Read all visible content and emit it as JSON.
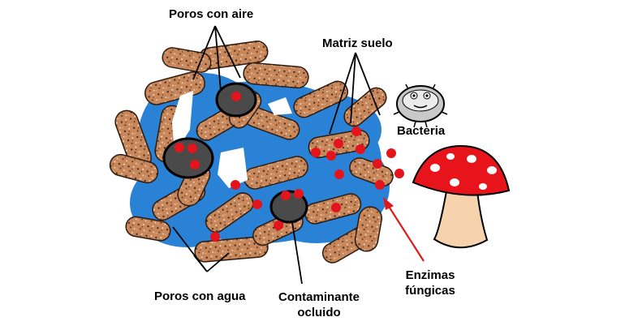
{
  "labels": {
    "poros_aire": "Poros con aire",
    "matriz_suelo": "Matriz suelo",
    "bacteria": "Bacteria",
    "poros_agua": "Poros con agua",
    "contaminante_l1": "Contaminante",
    "contaminante_l2": "ocluido",
    "enzimas_l1": "Enzimas",
    "enzimas_l2": "fúngicas"
  },
  "colors": {
    "water": "#2a82d6",
    "aggregate": "#c8875a",
    "aggregate_outline": "#2b1a10",
    "contaminant": "#4a4a4a",
    "enzyme": "#e3141b",
    "mushroom_cap": "#e8141c",
    "mushroom_stem": "#f6d3ad",
    "arrow": "#e01818",
    "bacterium": "#c9c9c9"
  },
  "icons": [
    "bacterium-icon",
    "mushroom-icon"
  ]
}
